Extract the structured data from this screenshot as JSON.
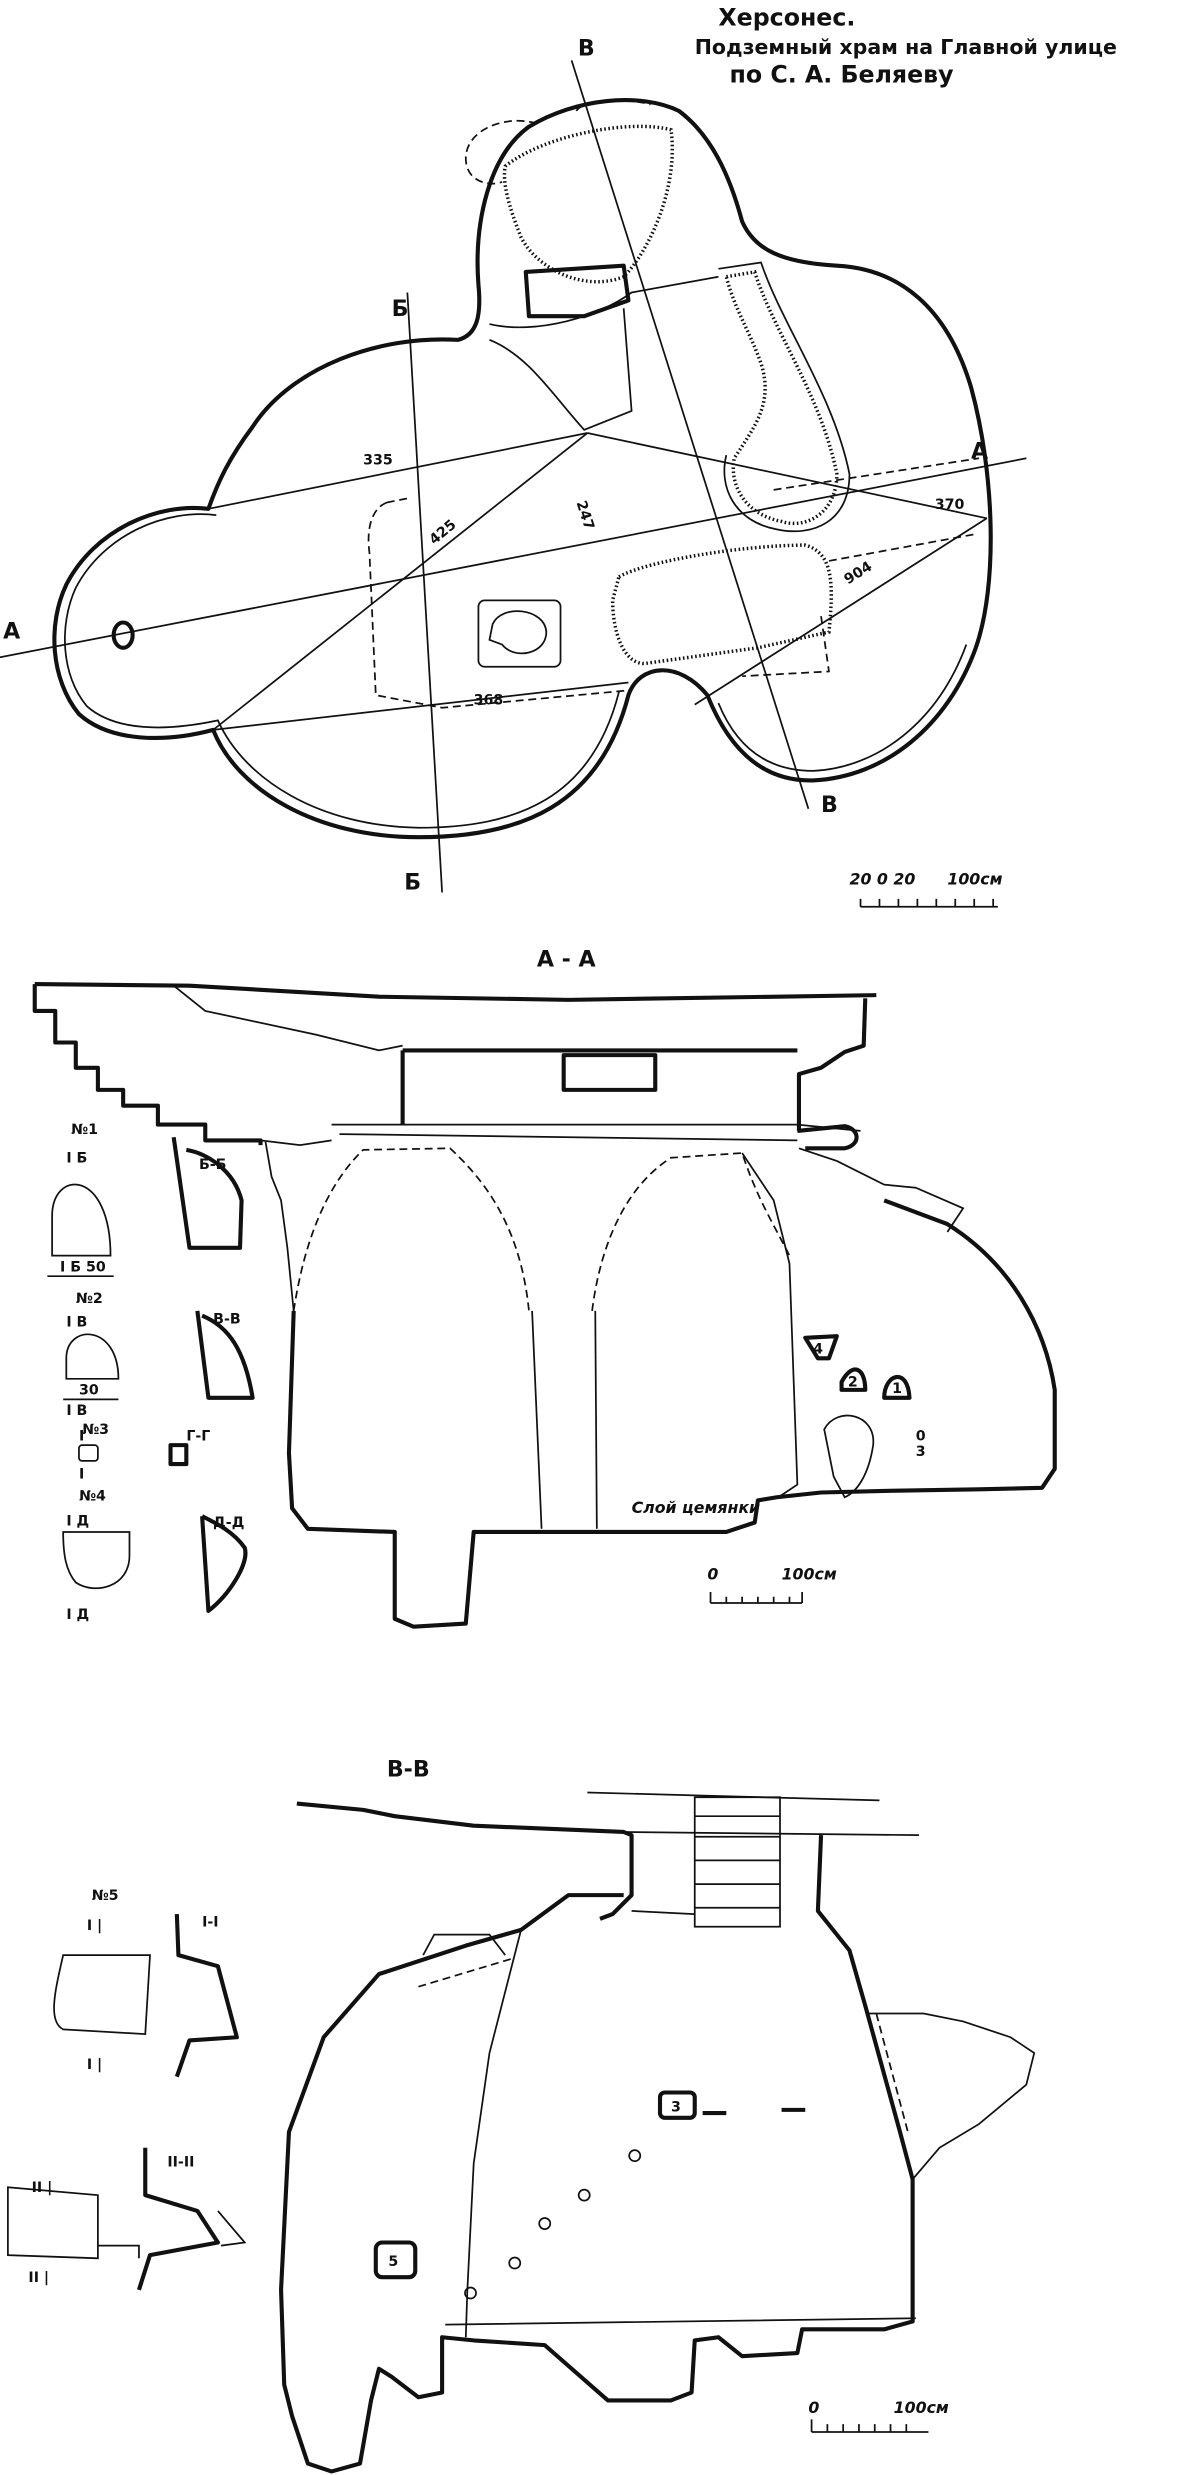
{
  "title": {
    "line1": "Херсонес.",
    "line2": "Подземный храм на Главной улице",
    "line3": "по С. А. Беляеву"
  },
  "plan": {
    "section_labels": {
      "a_left": "А",
      "a_right": "А",
      "b_top": "Б",
      "b_bottom": "Б",
      "v_top": "В",
      "v_bottom": "В"
    },
    "dimensions": {
      "d335": "335",
      "d425": "425",
      "d247": "247",
      "d370": "370",
      "d904": "904",
      "d368": "368"
    },
    "scale": {
      "ticks": "20 0 20",
      "end": "100см"
    }
  },
  "section_aa": {
    "title": "А - А",
    "layer_label": "Слой цемянки",
    "markers": [
      "1",
      "2",
      "3",
      "4",
      "0"
    ],
    "scale": {
      "start": "0",
      "end": "100см"
    },
    "niches": {
      "n1": {
        "label": "№1",
        "top": "І Б",
        "bottom": "І Б  50",
        "section": "Б-Б"
      },
      "n2": {
        "label": "№2",
        "top": "І В",
        "width": "30",
        "bottom": "І В",
        "section": "В-В"
      },
      "n3": {
        "label": "№3",
        "top": "І",
        "bottom": "І",
        "section": "Г-Г"
      },
      "n4": {
        "label": "№4",
        "top": "І Д",
        "bottom": "І Д",
        "section": "Д-Д"
      }
    }
  },
  "section_vv": {
    "title": "В-В",
    "markers": [
      "3",
      "5"
    ],
    "scale": {
      "start": "0",
      "end": "100см"
    },
    "niche5": {
      "label": "№5",
      "top1": "I |",
      "bottom1": "I |",
      "section1": "I-I",
      "top2": "II |",
      "bottom2": "II |",
      "section2": "II-II"
    }
  }
}
